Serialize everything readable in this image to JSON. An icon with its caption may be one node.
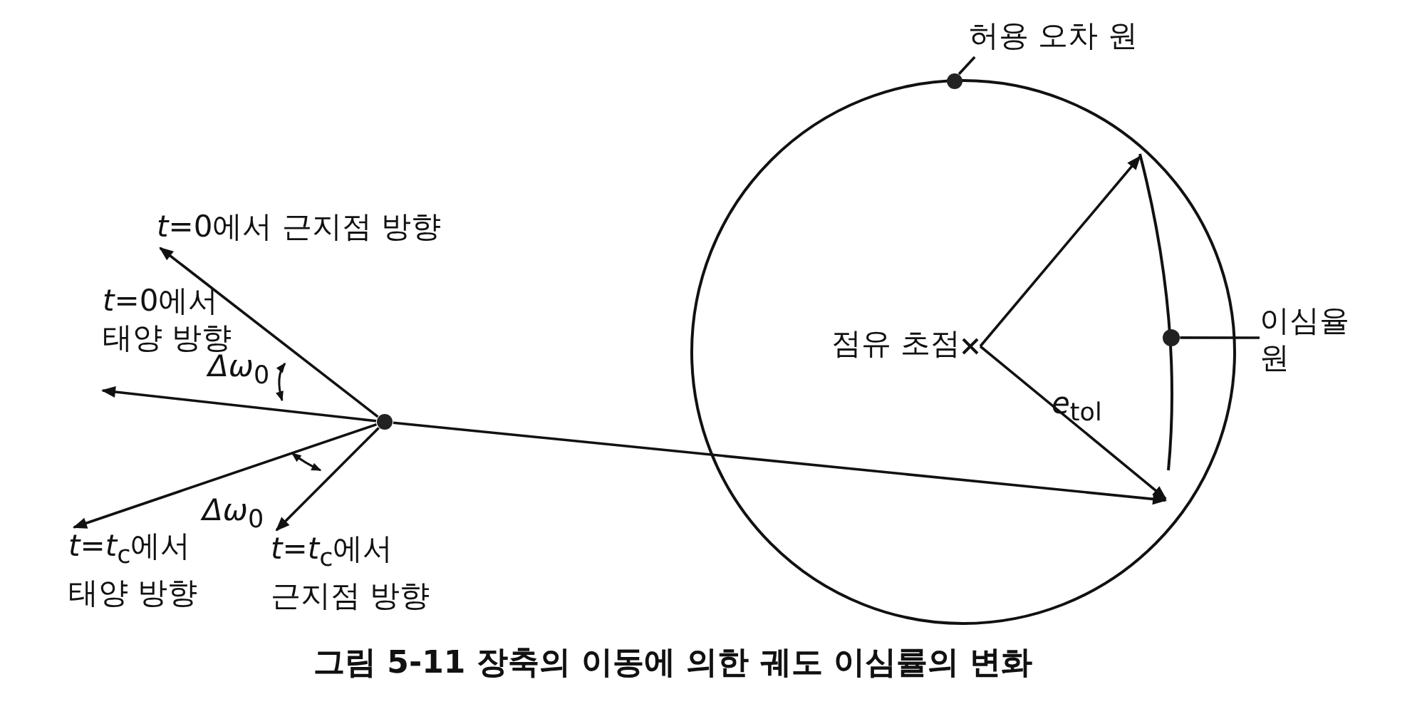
{
  "diagram": {
    "caption": "그림 5-11 장축의 이동에 의한 궤도 이심률의 변화",
    "nodes": [
      {
        "text": [
          "*t*=0에서 근지점 방향"
        ]
      },
      {
        "text": [
          "*t*=0에서 태양 방향"
        ]
      },
      {
        "text": [
          "*t*=*t*$_{c}$에서 태양 방향"
        ]
      },
      {
        "text": [
          "*t*=*t*$_{c}$에서 근지점 방향"
        ]
      },
      {
        "text": [],
        "shape": "dot"
      },
      {
        "text": [
          "허용 오차 원"
        ]
      },
      {
        "text": [],
        "shape": "circle"
      },
      {
        "text": [
          "점유 초점"
        ],
        "in": 6
      },
      {
        "text": [
          "이심율 원"
        ]
      },
      {
        "text": [],
        "shape": "arc",
        "in": 6
      },
      {
        "text": [],
        "shape": "dot"
      }
    ],
    "edges": [
      {
        "from": 4,
        "to": 0,
        "arrow": "to"
      },
      {
        "from": 4,
        "to": 1,
        "arrow": "to"
      },
      {
        "from": 4,
        "to": 2,
        "arrow": "to"
      },
      {
        "from": 4,
        "to": 3,
        "arrow": "to"
      },
      {
        "from": 4,
        "to": 6,
        "arrow": "to"
      },
      {
        "from": 5,
        "to": 10,
        "arrow": "none"
      },
      {
        "from": 8,
        "to": 9,
        "arrow": "none"
      },
      {
        "from": 7,
        "to": 6,
        "arrow": "to"
      },
      {
        "from": 7,
        "to": 6,
        "arrow": "to",
        "label": "*e*$_{tol}$"
      }
    ],
    "labels": [
      "*Δω*$_{0}$",
      "*Δω*$_{0}$"
    ]
  }
}
